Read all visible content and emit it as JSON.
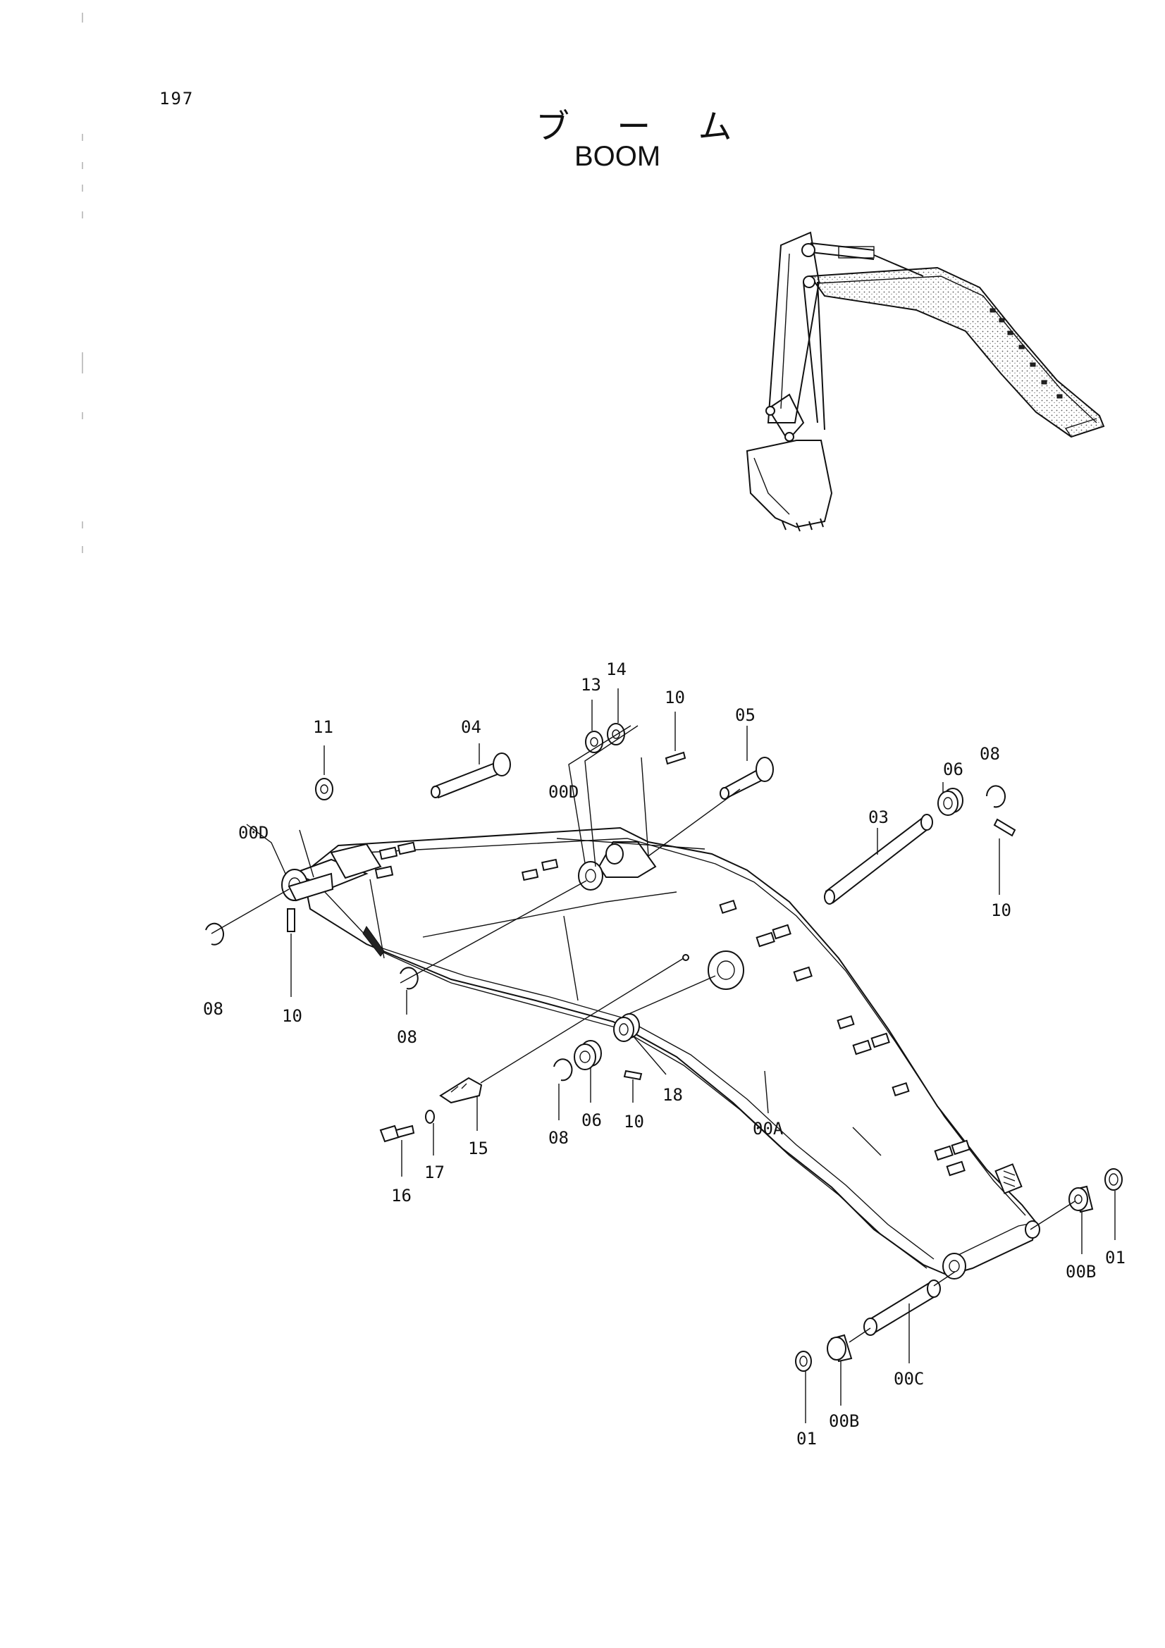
{
  "header": {
    "page_number": "197",
    "title_jp": "ブ ー ム",
    "title_en": "BOOM"
  },
  "callouts": [
    {
      "key": "c11",
      "text": "11"
    },
    {
      "key": "c04",
      "text": "04"
    },
    {
      "key": "c13",
      "text": "13"
    },
    {
      "key": "c14",
      "text": "14"
    },
    {
      "key": "c10a",
      "text": "10"
    },
    {
      "key": "c05",
      "text": "05"
    },
    {
      "key": "c06a",
      "text": "06"
    },
    {
      "key": "c08a",
      "text": "08"
    },
    {
      "key": "c00Da",
      "text": "00D"
    },
    {
      "key": "c00Db",
      "text": "00D"
    },
    {
      "key": "c03",
      "text": "03"
    },
    {
      "key": "c10b",
      "text": "10"
    },
    {
      "key": "c08b",
      "text": "08"
    },
    {
      "key": "c10c",
      "text": "10"
    },
    {
      "key": "c08c",
      "text": "08"
    },
    {
      "key": "c18",
      "text": "18"
    },
    {
      "key": "c08d",
      "text": "08"
    },
    {
      "key": "c06b",
      "text": "06"
    },
    {
      "key": "c10d",
      "text": "10"
    },
    {
      "key": "c00A",
      "text": "00A"
    },
    {
      "key": "c15",
      "text": "15"
    },
    {
      "key": "c17",
      "text": "17"
    },
    {
      "key": "c16",
      "text": "16"
    },
    {
      "key": "c00Ba",
      "text": "00B"
    },
    {
      "key": "c01a",
      "text": "01"
    },
    {
      "key": "c00C",
      "text": "00C"
    },
    {
      "key": "c00Bb",
      "text": "00B"
    },
    {
      "key": "c01b",
      "text": "01"
    }
  ]
}
